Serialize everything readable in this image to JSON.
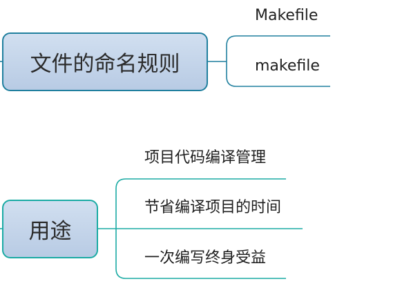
{
  "topics": [
    {
      "label": "文件的命名规则",
      "line_color": "#1f7f9e",
      "children": [
        "Makefile",
        "makefile"
      ]
    },
    {
      "label": "用途",
      "line_color": "#19aaa3",
      "children": [
        "项目代码编译管理",
        "节省编译项目的时间",
        "一次编写终身受益"
      ]
    }
  ]
}
